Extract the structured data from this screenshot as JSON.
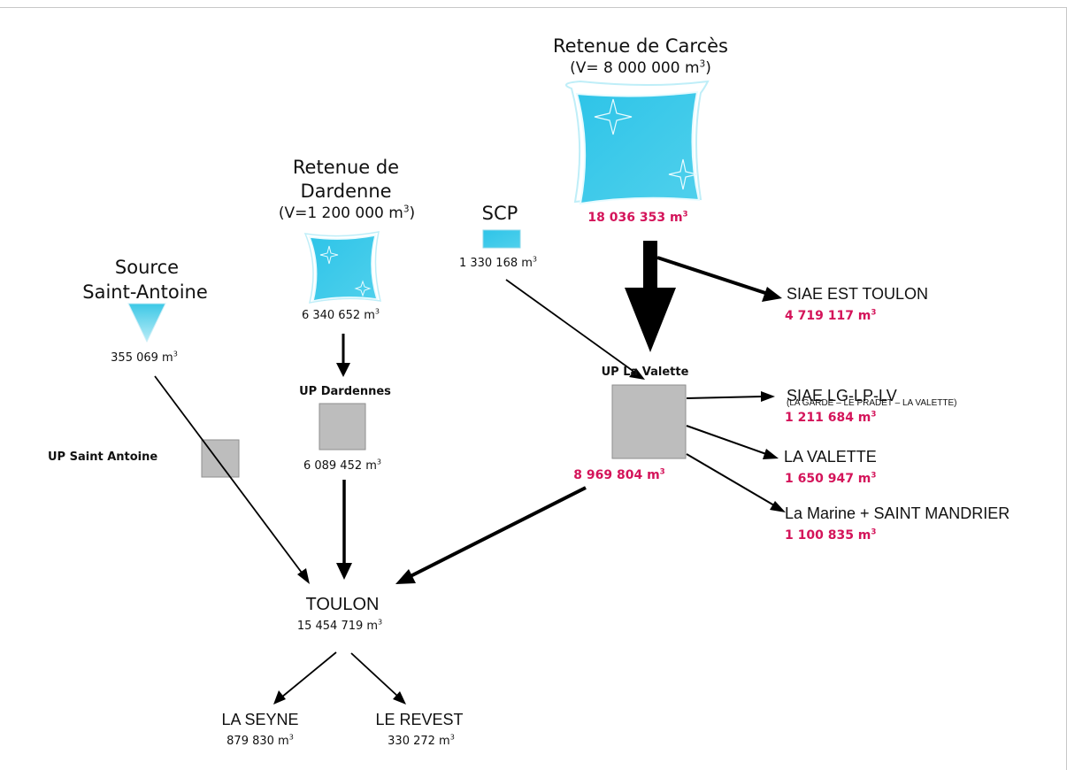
{
  "sources": {
    "carces": {
      "name": "Retenue de Carcès",
      "volume": "(V= 8 000 000 m",
      "volume_sup": "3",
      "volume_end": ")",
      "flow": "18 036 353 m",
      "flow_sup": "3"
    },
    "dardenne": {
      "name_line1": "Retenue de",
      "name_line2": "Dardenne",
      "volume": "(V=1 200 000 m",
      "volume_sup": "3",
      "volume_end": ")",
      "flow": "6 340 652 m",
      "flow_sup": "3"
    },
    "scp": {
      "name": "SCP",
      "flow": "1 330 168 m",
      "flow_sup": "3"
    },
    "saint_antoine": {
      "name_line1": "Source",
      "name_line2": "Saint-Antoine",
      "flow": "355 069 m",
      "flow_sup": "3"
    }
  },
  "plants": {
    "dardennes": {
      "name": "UP Dardennes",
      "flow": "6 089 452 m",
      "flow_sup": "3"
    },
    "saint_antoine": {
      "name": "UP Saint Antoine"
    },
    "la_valette": {
      "name": "UP La Valette",
      "flow": "8 969 804 m",
      "flow_sup": "3"
    }
  },
  "destinations": {
    "siae_est": {
      "name": "SIAE EST TOULON",
      "flow": "4 719 117 m",
      "flow_sup": "3"
    },
    "siae_lg": {
      "name": "SIAE LG-LP-LV",
      "detail": "(LA GARDE – LE PRADET – LA VALETTE)",
      "flow": "1 211 684 m",
      "flow_sup": "3"
    },
    "la_valette": {
      "name": "LA VALETTE",
      "flow": "1 650 947 m",
      "flow_sup": "3"
    },
    "la_marine": {
      "name": "La Marine + SAINT MANDRIER",
      "flow": "1 100 835 m",
      "flow_sup": "3"
    },
    "toulon": {
      "name": "TOULON",
      "flow": "15 454 719 m",
      "flow_sup": "3"
    },
    "la_seyne": {
      "name": "LA SEYNE",
      "flow": "879 830 m",
      "flow_sup": "3"
    },
    "le_revest": {
      "name": "LE REVEST",
      "flow": "330 272 m",
      "flow_sup": "3"
    }
  },
  "colors": {
    "water": "#3cc8e6",
    "plant": "#bdbdbd",
    "accent": "#d4145a",
    "arrow": "#000000"
  }
}
